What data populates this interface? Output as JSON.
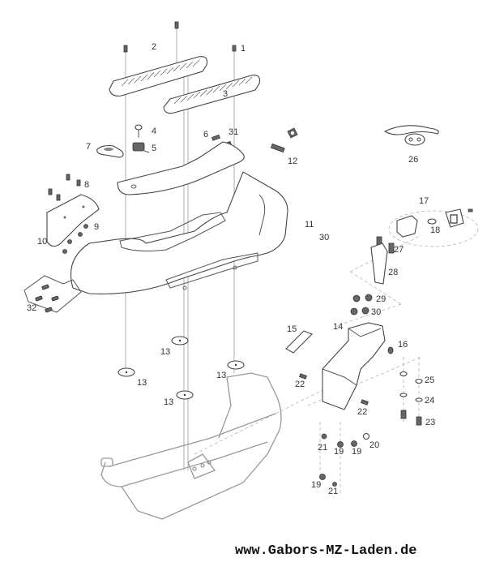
{
  "diagram": {
    "title": "Exploded parts view - footboard, body panels and tail light mount",
    "footer_url": "www.Gabors-MZ-Laden.de",
    "parts": [
      {
        "id": "p1",
        "number": "1",
        "name": "screw"
      },
      {
        "id": "p2",
        "number": "2",
        "name": "footrest-rubber-left"
      },
      {
        "id": "p3",
        "number": "3",
        "name": "footrest-rubber-right"
      },
      {
        "id": "p4",
        "number": "4",
        "name": "key"
      },
      {
        "id": "p5",
        "number": "5",
        "name": "lock"
      },
      {
        "id": "p6",
        "number": "6",
        "name": "clip"
      },
      {
        "id": "p7",
        "number": "7",
        "name": "handle-cover"
      },
      {
        "id": "p8",
        "number": "8",
        "name": "screw"
      },
      {
        "id": "p9",
        "number": "9",
        "name": "nut"
      },
      {
        "id": "p10",
        "number": "10",
        "name": "front-panel"
      },
      {
        "id": "p11",
        "number": "11",
        "name": "body-floor-panel"
      },
      {
        "id": "p12",
        "number": "12",
        "name": "bolt-and-nut"
      },
      {
        "id": "p13a",
        "number": "13",
        "name": "rubber-washer"
      },
      {
        "id": "p13b",
        "number": "13",
        "name": "rubber-washer"
      },
      {
        "id": "p13c",
        "number": "13",
        "name": "rubber-washer"
      },
      {
        "id": "p13d",
        "number": "13",
        "name": "rubber-washer"
      },
      {
        "id": "p14",
        "number": "14",
        "name": "mudguard-rear"
      },
      {
        "id": "p15",
        "number": "15",
        "name": "reflector"
      },
      {
        "id": "p16",
        "number": "16",
        "name": "grommet"
      },
      {
        "id": "p17",
        "number": "17",
        "name": "tail-light-assembly"
      },
      {
        "id": "p18",
        "number": "18",
        "name": "bulb"
      },
      {
        "id": "p19a",
        "number": "19",
        "name": "nut"
      },
      {
        "id": "p19b",
        "number": "19",
        "name": "nut"
      },
      {
        "id": "p19c",
        "number": "19",
        "name": "nut"
      },
      {
        "id": "p20",
        "number": "20",
        "name": "washer"
      },
      {
        "id": "p21a",
        "number": "21",
        "name": "washer"
      },
      {
        "id": "p21b",
        "number": "21",
        "name": "washer"
      },
      {
        "id": "p22a",
        "number": "22",
        "name": "screw"
      },
      {
        "id": "p22b",
        "number": "22",
        "name": "screw"
      },
      {
        "id": "p23",
        "number": "23",
        "name": "bolt"
      },
      {
        "id": "p24",
        "number": "24",
        "name": "spring-washer"
      },
      {
        "id": "p25",
        "number": "25",
        "name": "washer"
      },
      {
        "id": "p26",
        "number": "26",
        "name": "emblem"
      },
      {
        "id": "p27",
        "number": "27",
        "name": "bolt"
      },
      {
        "id": "p28",
        "number": "28",
        "name": "license-plate-bracket"
      },
      {
        "id": "p29",
        "number": "29",
        "name": "washer"
      },
      {
        "id": "p30a",
        "number": "30",
        "name": "nut"
      },
      {
        "id": "p30b",
        "number": "30",
        "name": "nut"
      },
      {
        "id": "p31",
        "number": "31",
        "name": "clip"
      },
      {
        "id": "p32",
        "number": "32",
        "name": "rubber-pad-set"
      }
    ]
  }
}
